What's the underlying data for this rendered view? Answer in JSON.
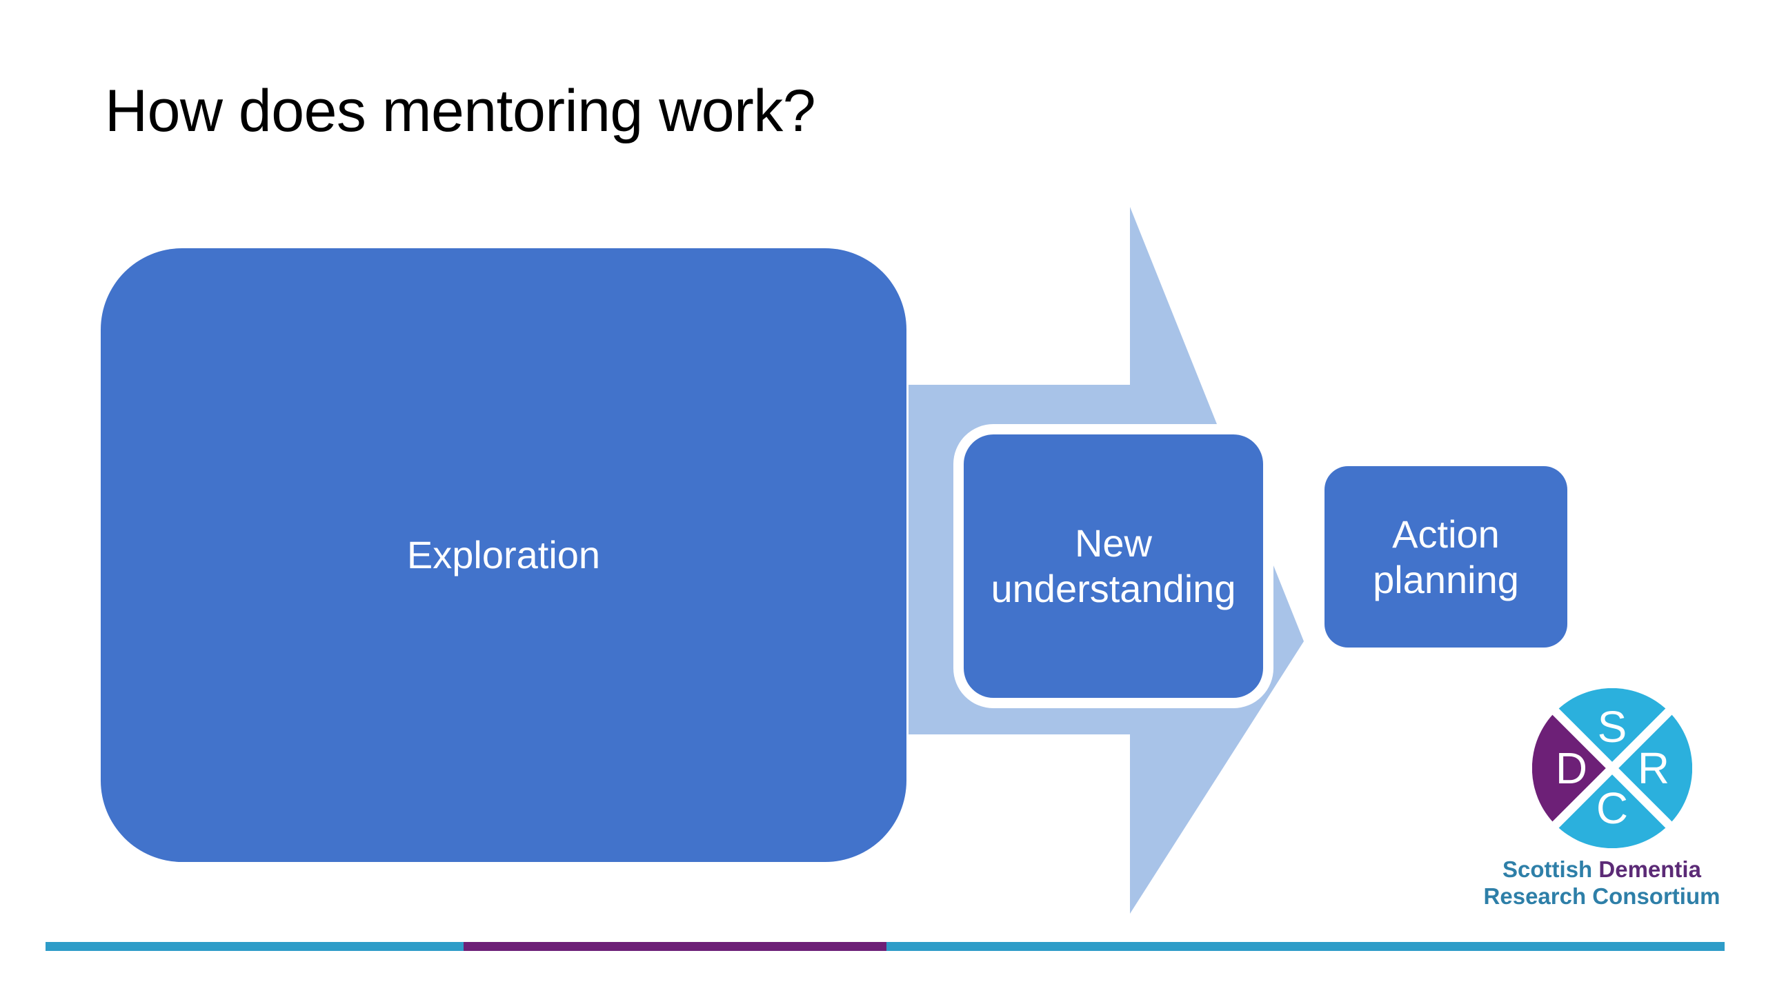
{
  "slide": {
    "title": "How does mentoring work?",
    "background_color": "#ffffff"
  },
  "diagram": {
    "type": "process-flow",
    "direction": "left-to-right",
    "arrow": {
      "name": "progress-arrow",
      "fill_color": "#a8c3e8",
      "points_to": "right"
    },
    "stages": [
      {
        "id": "exploration",
        "label": "Exploration",
        "shape": "rounded-rectangle",
        "fill_color": "#4273cb",
        "text_color": "#ffffff",
        "order": 1
      },
      {
        "id": "new-understanding",
        "label": "New understanding",
        "label_line_1": "New",
        "label_line_2": "understanding",
        "shape": "rounded-rectangle",
        "fill_color": "#4273cb",
        "text_color": "#ffffff",
        "border_color": "#ffffff",
        "order": 2
      },
      {
        "id": "action-planning",
        "label": "Action planning",
        "label_line_1": "Action",
        "label_line_2": "planning",
        "shape": "rounded-rectangle",
        "fill_color": "#4273cb",
        "text_color": "#ffffff",
        "order": 3
      }
    ]
  },
  "logo": {
    "name": "Scottish Dementia Research Consortium",
    "quadrant_letters": {
      "top": "S",
      "left": "D",
      "right": "R",
      "bottom": "C"
    },
    "quadrant_colors": {
      "top": "#2bb0dd",
      "left": "#6d2077",
      "right": "#2bb0dd",
      "bottom": "#2bb0dd"
    },
    "wordmark": {
      "line1_part1": "Scottish ",
      "line1_part2": "Dementia",
      "line2_part1": "Research ",
      "line2_part2": "Consortium"
    },
    "colors": {
      "teal": "#2e7fa8",
      "purple": "#5b2a76"
    }
  },
  "footer_rule": {
    "teal_color": "#2e9cc8",
    "purple_color": "#6d2077"
  }
}
